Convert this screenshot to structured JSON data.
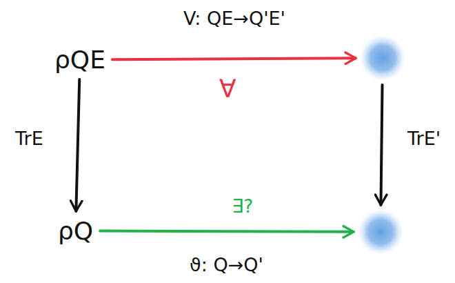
{
  "diagram": {
    "nodes": [
      {
        "text": [
          "ρQE"
        ]
      },
      {
        "text": []
      },
      {
        "text": [
          "ρQ"
        ]
      },
      {
        "text": []
      }
    ],
    "edges": [
      {
        "from": 0,
        "to": 1,
        "arrow": "to",
        "label": "V: QE→Q'E'"
      },
      {
        "from": 0,
        "to": 2,
        "arrow": "to",
        "label": "TrE"
      },
      {
        "from": 1,
        "to": 3,
        "arrow": "to",
        "label": "TrE'"
      },
      {
        "from": 2,
        "to": 3,
        "arrow": "to",
        "label": "∃?"
      }
    ],
    "labels": [
      "∀",
      "ϑ: Q→Q'"
    ]
  }
}
